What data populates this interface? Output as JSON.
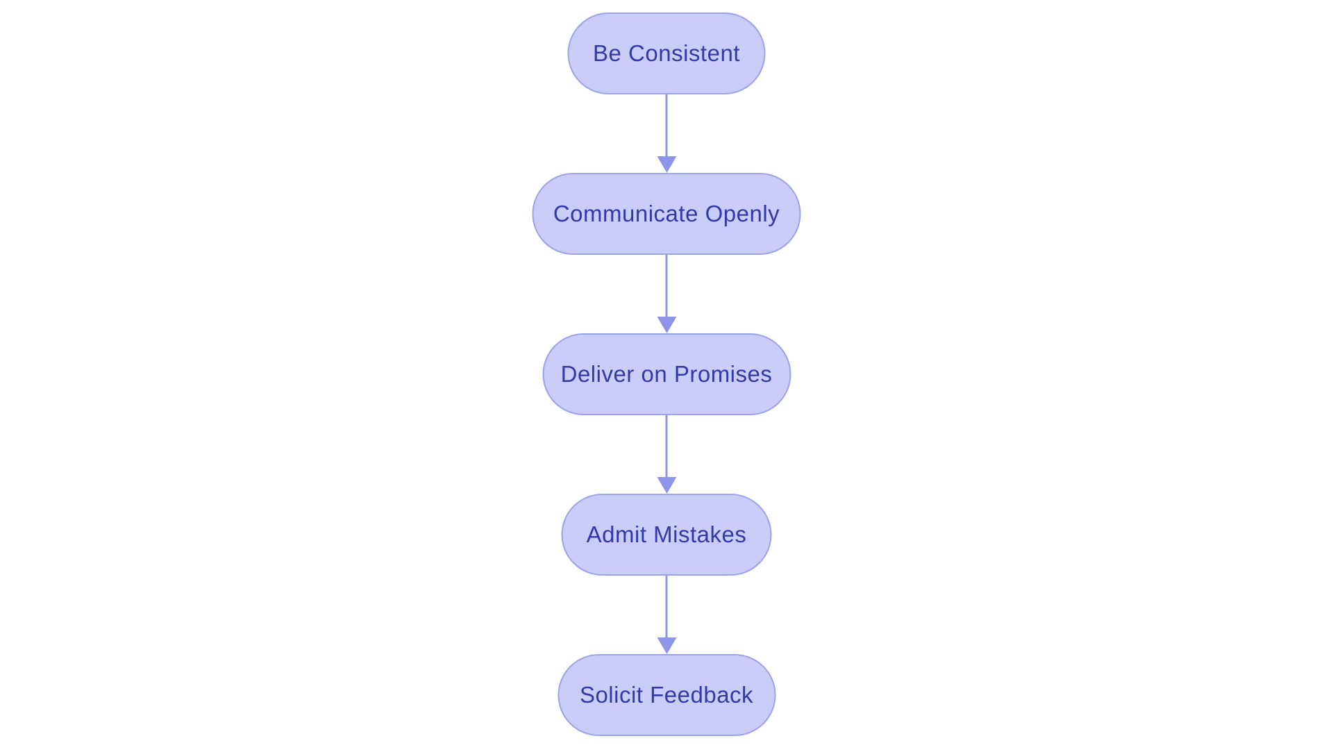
{
  "flowchart": {
    "type": "vertical-flow",
    "direction": "top-down",
    "nodes": [
      {
        "label": "Be Consistent"
      },
      {
        "label": "Communicate Openly"
      },
      {
        "label": "Deliver on Promises"
      },
      {
        "label": "Admit Mistakes"
      },
      {
        "label": "Solicit Feedback"
      }
    ],
    "edges": [
      {
        "from": "Be Consistent",
        "to": "Communicate Openly"
      },
      {
        "from": "Communicate Openly",
        "to": "Deliver on Promises"
      },
      {
        "from": "Deliver on Promises",
        "to": "Admit Mistakes"
      },
      {
        "from": "Admit Mistakes",
        "to": "Solicit Feedback"
      }
    ]
  },
  "colors": {
    "background": "#ffffff",
    "node_fill": "#c9cdf8",
    "node_border": "#9aa3ec",
    "node_text": "#3239aa",
    "arrow": "#8d95e9"
  }
}
